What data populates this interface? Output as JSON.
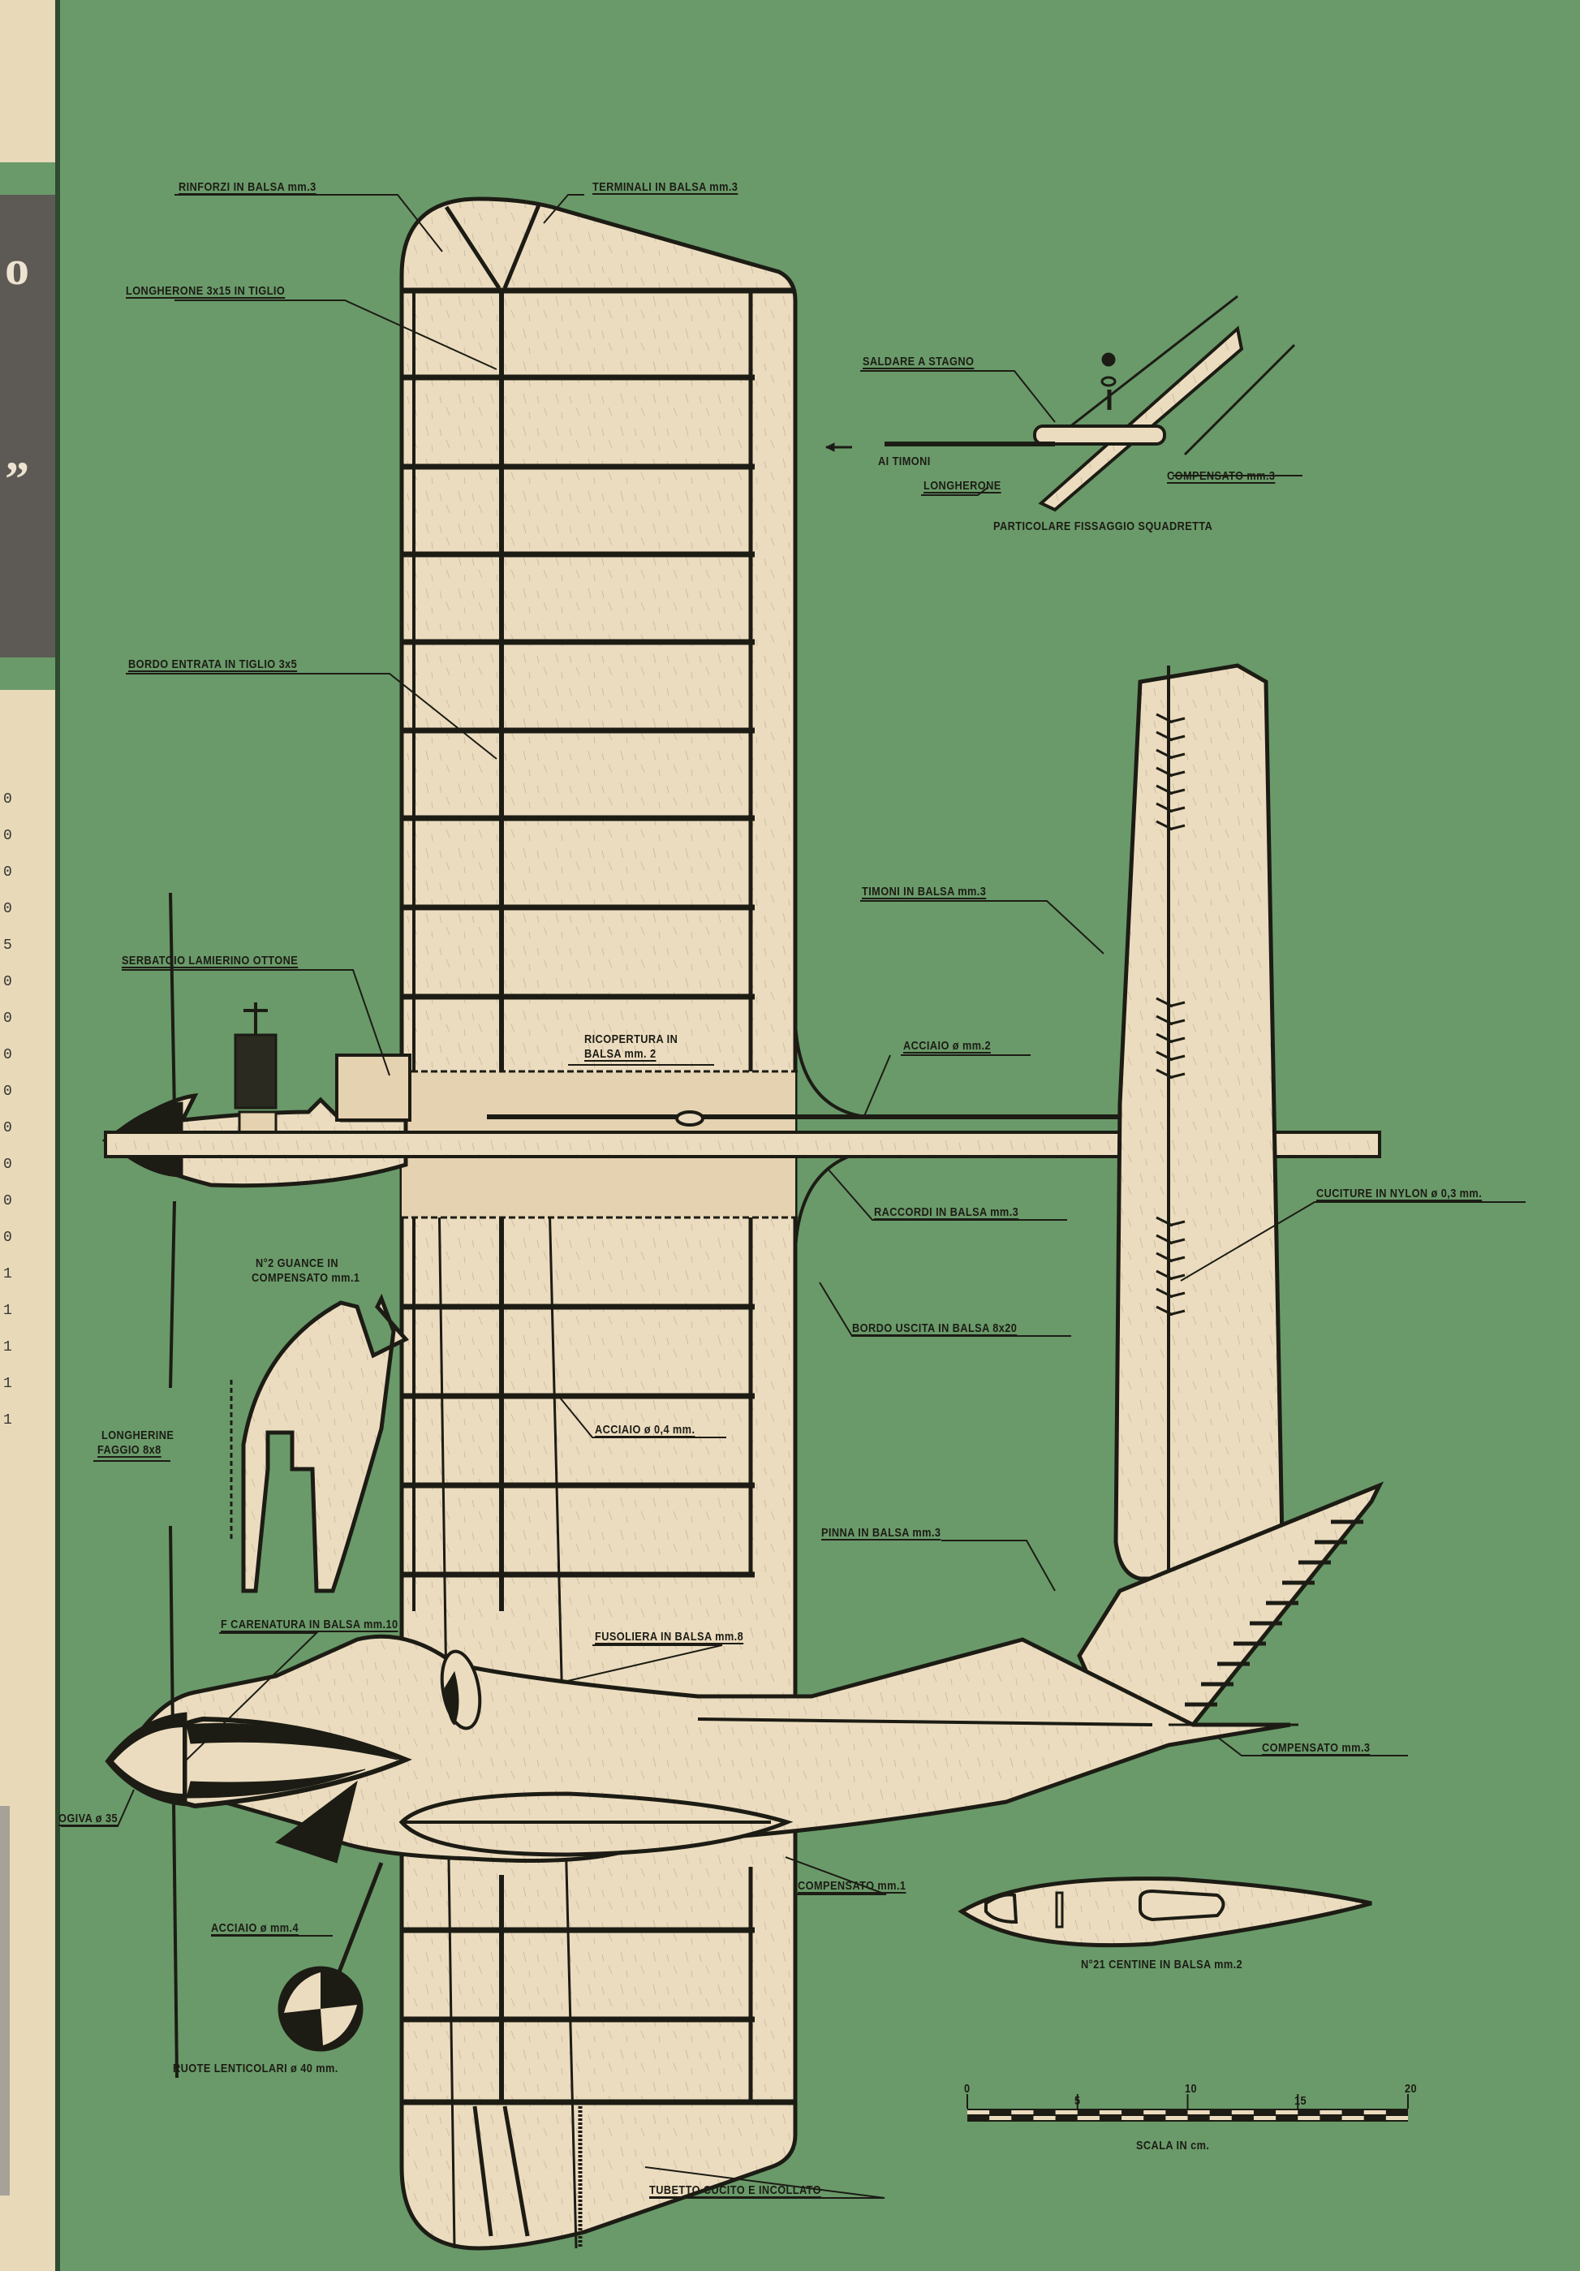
{
  "colors": {
    "background": "#6a9a6a",
    "wood": "#ecdcbf",
    "ink": "#1c1c14",
    "margin_paper": "#e8d9b8"
  },
  "margin_strip": {
    "glyphs": [
      "o",
      "”"
    ],
    "numbers": [
      "0",
      "0",
      "0",
      "0",
      "5",
      "0",
      "0",
      "0",
      "0",
      "0",
      "0",
      "0",
      "0",
      "1",
      "1",
      "1",
      "1",
      "1"
    ]
  },
  "labels": {
    "rinforzi": "RINFORZI IN BALSA mm.3",
    "terminali": "TERMINALI IN BALSA mm.3",
    "longherone_tiglio": "LONGHERONE 3x15 IN TIGLIO",
    "saldare": "SALDARE A STAGNO",
    "ai_timoni": "AI TIMONI",
    "longherone": "LONGHERONE",
    "compensato_3_detail": "COMPENSATO mm.3",
    "particolare": "PARTICOLARE FISSAGGIO SQUADRETTA",
    "bordo_entrata": "BORDO ENTRATA IN TIGLIO 3x5",
    "timoni": "TIMONI IN BALSA mm.3",
    "serbatoio": "SERBATOIO LAMIERINO OTTONE",
    "ricopertura_1": "RICOPERTURA IN",
    "ricopertura_2": "BALSA mm. 2",
    "acciaio_2": "ACCIAIO ø mm.2",
    "raccordi": "RACCORDI IN BALSA mm.3",
    "cuciture": "CUCITURE IN NYLON ø 0,3 mm.",
    "guance_1": "N°2 GUANCE IN",
    "guance_2": "COMPENSATO mm.1",
    "bordo_uscita": "BORDO USCITA IN BALSA 8x20",
    "longherine_1": "LONGHERINE",
    "longherine_2": "FAGGIO 8x8",
    "acciaio_04": "ACCIAIO ø 0,4 mm.",
    "pinna": "PINNA IN BALSA mm.3",
    "carenatura": "F CARENATURA IN BALSA mm.10",
    "fusoliera": "FUSOLIERA IN BALSA mm.8",
    "compensato_3_tail": "COMPENSATO mm.3",
    "ogiva": "OGIVA ø 35",
    "compensato_1": "COMPENSATO mm.1",
    "centine": "N°21 CENTINE IN BALSA mm.2",
    "acciaio_4": "ACCIAIO ø mm.4",
    "ruote": "RUOTE LENTICOLARI ø 40 mm.",
    "tubetto": "TUBETTO CUCITO E INCOLLATO"
  },
  "scale_bar": {
    "ticks": [
      "0",
      "5",
      "10",
      "15",
      "20"
    ],
    "unit_label": "SCALA IN cm.",
    "max_cm": 20
  }
}
